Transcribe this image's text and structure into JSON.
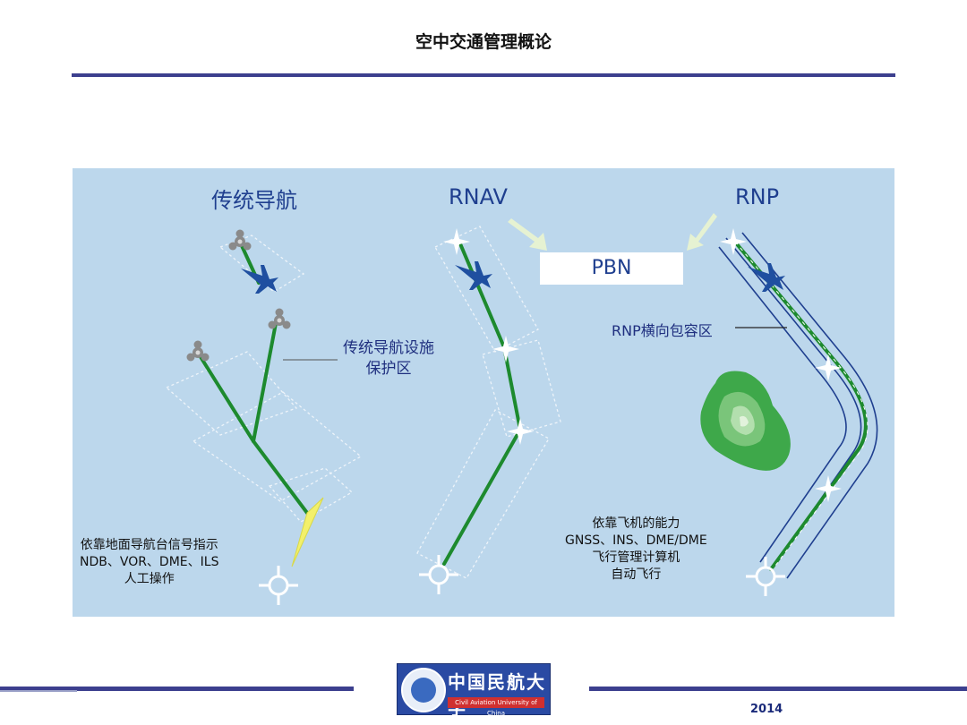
{
  "header": {
    "title": "空中交通管理概论"
  },
  "diagram": {
    "columns": {
      "conventional": "传统导航",
      "rnav": "RNAV",
      "rnp": "RNP"
    },
    "pbn_label": "PBN",
    "conventional_protection_label": [
      "传统导航设施",
      "保护区"
    ],
    "rnp_containment_label": "RNP横向包容区",
    "conventional_note": [
      "依靠地面导航台信号指示",
      "NDB、VOR、DME、ILS",
      "人工操作"
    ],
    "rnav_note": [
      "依靠飞机的能力",
      "GNSS、INS、DME/DME",
      "飞行管理计算机",
      "自动飞行"
    ],
    "colors": {
      "route": "#1d8a2e",
      "aircraft": "#1f4fa0",
      "panel": "#bcd7ec",
      "brand": "#3c3f8e"
    }
  },
  "footer": {
    "year": "2014",
    "logo": {
      "name_cn": "中国民航大学",
      "name_en": "Civil Aviation University of China"
    }
  }
}
